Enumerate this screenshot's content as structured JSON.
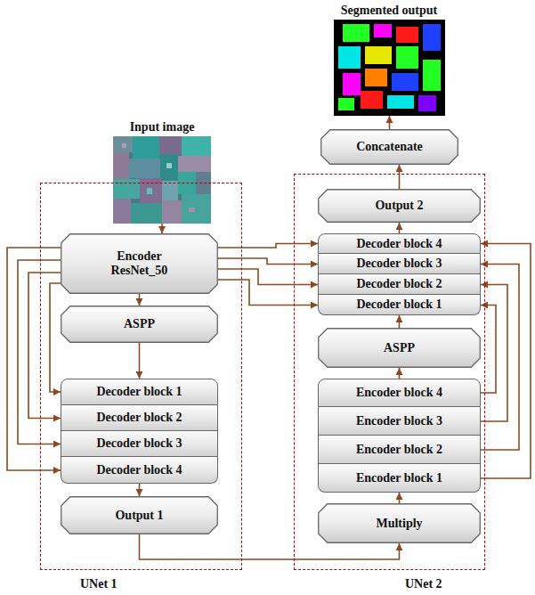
{
  "diagram": {
    "nodes": [
      {
        "text": [
          "Segmented output"
        ]
      },
      {
        "text": [
          "Input image"
        ]
      },
      {
        "text": [
          "UNet 1"
        ]
      },
      {
        "text": [
          "Encoder ResNet_50"
        ],
        "in": 2
      },
      {
        "text": [
          "ASPP"
        ],
        "in": 2
      },
      {
        "text": [
          "Decoder block 1"
        ],
        "in": 2
      },
      {
        "text": [
          "Decoder block 2"
        ],
        "in": 2
      },
      {
        "text": [
          "Decoder block 3"
        ],
        "in": 2
      },
      {
        "text": [
          "Decoder block 4"
        ],
        "in": 2
      },
      {
        "text": [
          "Output 1"
        ],
        "in": 2
      },
      {
        "text": [
          "Concatenate"
        ]
      },
      {
        "text": [
          "UNet 2"
        ]
      },
      {
        "text": [
          "Output 2"
        ],
        "in": 11
      },
      {
        "text": [
          "Decoder block 4"
        ],
        "in": 11
      },
      {
        "text": [
          "Decoder block 3"
        ],
        "in": 11
      },
      {
        "text": [
          "Decoder block 2"
        ],
        "in": 11
      },
      {
        "text": [
          "Decoder block 1"
        ],
        "in": 11
      },
      {
        "text": [
          "ASPP"
        ],
        "in": 11
      },
      {
        "text": [
          "Encoder block 4"
        ],
        "in": 11
      },
      {
        "text": [
          "Encoder block 3"
        ],
        "in": 11
      },
      {
        "text": [
          "Encoder block 2"
        ],
        "in": 11
      },
      {
        "text": [
          "Encoder block 1"
        ],
        "in": 11
      },
      {
        "text": [
          "Multiply"
        ],
        "in": 11
      }
    ],
    "edges": [
      {
        "from": 1,
        "to": 3,
        "arrow": "to"
      },
      {
        "from": 3,
        "to": 4,
        "arrow": "to"
      },
      {
        "from": 4,
        "to": 5,
        "arrow": "to"
      },
      {
        "from": 8,
        "to": 9,
        "arrow": "to"
      },
      {
        "from": 3,
        "to": 5,
        "arrow": "to"
      },
      {
        "from": 3,
        "to": 6,
        "arrow": "to"
      },
      {
        "from": 3,
        "to": 7,
        "arrow": "to"
      },
      {
        "from": 3,
        "to": 8,
        "arrow": "to"
      },
      {
        "from": 3,
        "to": 13,
        "arrow": "to"
      },
      {
        "from": 3,
        "to": 14,
        "arrow": "to"
      },
      {
        "from": 3,
        "to": 15,
        "arrow": "to"
      },
      {
        "from": 3,
        "to": 16,
        "arrow": "to"
      },
      {
        "from": 9,
        "to": 22,
        "arrow": "to"
      },
      {
        "from": 22,
        "to": 21,
        "arrow": "to"
      },
      {
        "from": 21,
        "to": 13,
        "arrow": "to"
      },
      {
        "from": 20,
        "to": 14,
        "arrow": "to"
      },
      {
        "from": 19,
        "to": 15,
        "arrow": "to"
      },
      {
        "from": 18,
        "to": 16,
        "arrow": "to"
      },
      {
        "from": 18,
        "to": 17,
        "arrow": "to"
      },
      {
        "from": 17,
        "to": 16,
        "arrow": "to"
      },
      {
        "from": 13,
        "to": 12,
        "arrow": "to"
      },
      {
        "from": 12,
        "to": 10,
        "arrow": "to"
      },
      {
        "from": 10,
        "to": 0,
        "arrow": "to"
      }
    ]
  }
}
